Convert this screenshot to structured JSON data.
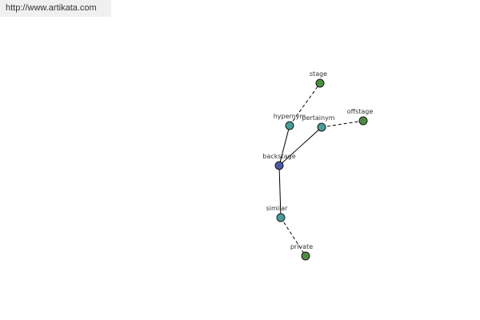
{
  "banner": {
    "url": "http://www.artikata.com"
  },
  "graph": {
    "colors": {
      "center": "#4a5aa8",
      "relation": "#4a9c9c",
      "leaf": "#4e8c42"
    },
    "nodes": [
      {
        "id": "backstage",
        "label": "backstage",
        "kind": "center"
      },
      {
        "id": "hypernym",
        "label": "hypernym",
        "kind": "relation"
      },
      {
        "id": "pertainym",
        "label": "pertainym",
        "kind": "relation"
      },
      {
        "id": "similar",
        "label": "similar",
        "kind": "relation"
      },
      {
        "id": "stage",
        "label": "stage",
        "kind": "leaf"
      },
      {
        "id": "offstage",
        "label": "offstage",
        "kind": "leaf"
      },
      {
        "id": "private",
        "label": "private",
        "kind": "leaf"
      }
    ],
    "edges": [
      {
        "from": "backstage",
        "to": "hypernym",
        "style": "solid"
      },
      {
        "from": "backstage",
        "to": "pertainym",
        "style": "solid"
      },
      {
        "from": "backstage",
        "to": "similar",
        "style": "solid"
      },
      {
        "from": "hypernym",
        "to": "stage",
        "style": "dashed"
      },
      {
        "from": "pertainym",
        "to": "offstage",
        "style": "dashed"
      },
      {
        "from": "similar",
        "to": "private",
        "style": "dashed"
      }
    ]
  }
}
